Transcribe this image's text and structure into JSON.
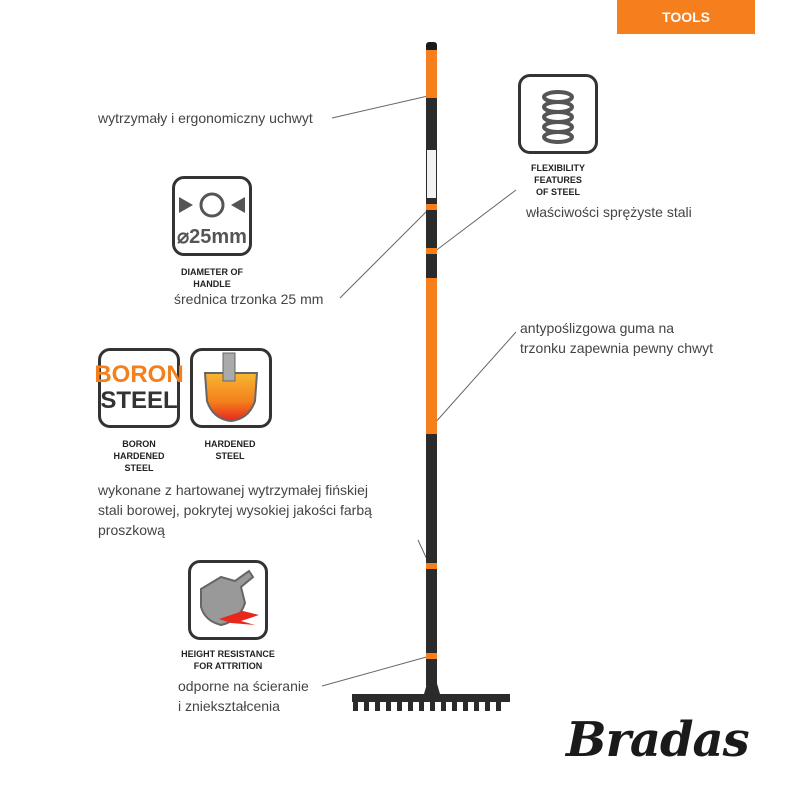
{
  "header": {
    "tag_label": "TOOLS"
  },
  "features": {
    "handle": "wytrzymały i ergonomiczny uchwyt",
    "flex_caption": "FLEXIBILITY\nFEATURES\nOF STEEL",
    "flex_text": "właściwości sprężyste stali",
    "diameter_value": "⌀25mm",
    "diameter_caption": "DIAMETER OF\nHANDLE",
    "diameter_text": "średnica trzonka 25 mm",
    "grip_text": "antypoślizgowa guma na\ntrzonku zapewnia pewny chwyt",
    "boron_badge_line1": "BORON",
    "boron_badge_line2": "STEEL",
    "boron_caption": "BORON\nHARDENED\nSTEEL",
    "hardened_caption": "HARDENED\nSTEEL",
    "steel_text": "wykonane z hartowanej wytrzymałej fińskiej\nstali borowej, pokrytej wysokiej jakości farbą\nproszkową",
    "attrition_caption": "HEIGHT RESISTANCE\nFOR ATTRITION",
    "attrition_text": "odporne na ścieranie\ni zniekształcenia"
  },
  "brand": {
    "logo": "Bradas"
  },
  "colors": {
    "accent": "#f47f1c",
    "dark": "#2b2b2b"
  }
}
